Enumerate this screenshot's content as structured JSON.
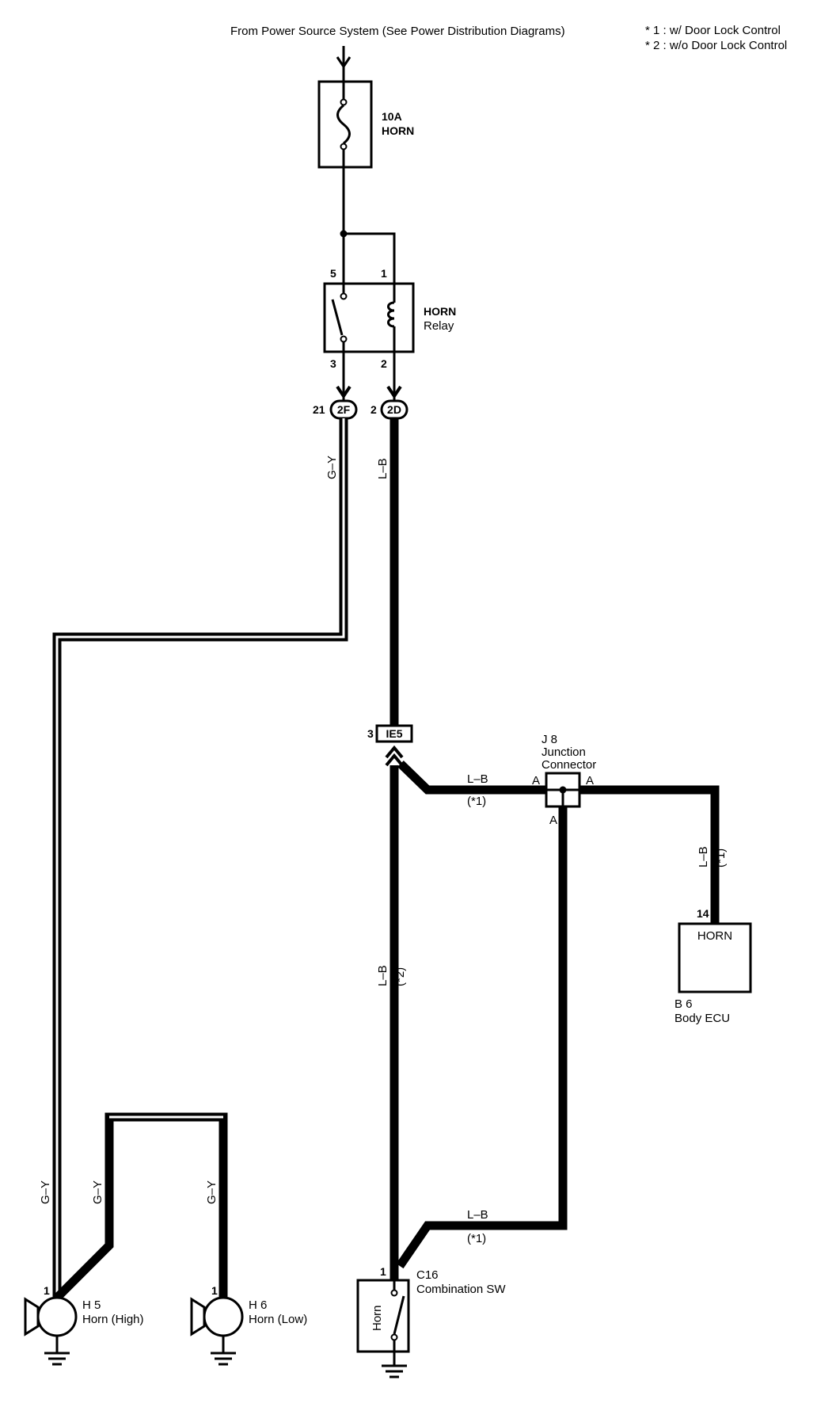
{
  "header": {
    "source": "From Power Source System (See Power Distribution Diagrams)",
    "note1": "* 1 : w/ Door Lock Control",
    "note2": "* 2 : w/o Door Lock Control"
  },
  "fuse": {
    "rating": "10A",
    "name": "HORN"
  },
  "relay": {
    "name": "HORN",
    "type": "Relay",
    "pin5": "5",
    "pin1": "1",
    "pin3": "3",
    "pin2": "2"
  },
  "connectors": {
    "c2f": {
      "id": "2F",
      "pin": "21"
    },
    "c2d": {
      "id": "2D",
      "pin": "2"
    },
    "ie5": {
      "id": "IE5",
      "pin": "3"
    }
  },
  "junction": {
    "code": "J 8",
    "line1": "Junction",
    "line2": "Connector",
    "pin_a": "A"
  },
  "ecu": {
    "pin": "14",
    "terminal": "HORN",
    "code": "B 6",
    "name": "Body ECU"
  },
  "horn_high": {
    "pin": "1",
    "code": "H 5",
    "name": "Horn (High)"
  },
  "horn_low": {
    "pin": "1",
    "code": "H 6",
    "name": "Horn (Low)"
  },
  "combo_sw": {
    "pin": "1",
    "code": "C16",
    "name": "Combination SW",
    "contact": "Horn"
  },
  "wires": {
    "gy": "G–Y",
    "lb": "L–B",
    "opt1": "(*1)",
    "opt2": "(*2)"
  }
}
